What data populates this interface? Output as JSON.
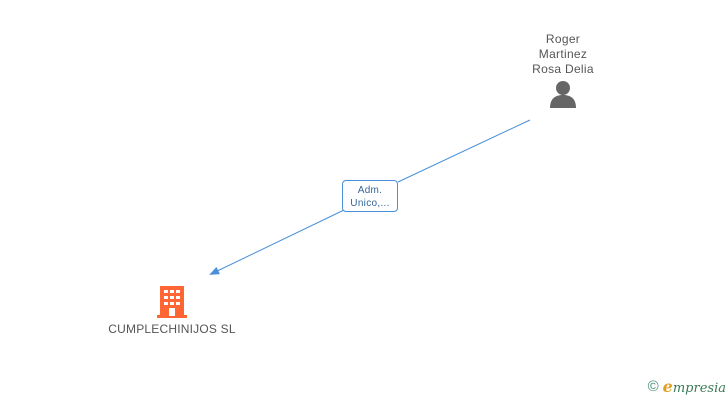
{
  "person": {
    "name_lines": [
      "Roger",
      "Martinez",
      "Rosa Delia"
    ],
    "icon": "person-icon"
  },
  "relation": {
    "label_lines": [
      "Adm.",
      "Unico,..."
    ]
  },
  "company": {
    "name": "CUMPLECHINIJOS SL",
    "icon": "building-icon"
  },
  "footer": {
    "copyright_symbol": "©",
    "brand_initial": "e",
    "brand_rest": "mpresia"
  },
  "colors": {
    "edge": "#4a90d9",
    "company_icon": "#ff6633",
    "person_icon": "#666666",
    "text": "#555555"
  }
}
